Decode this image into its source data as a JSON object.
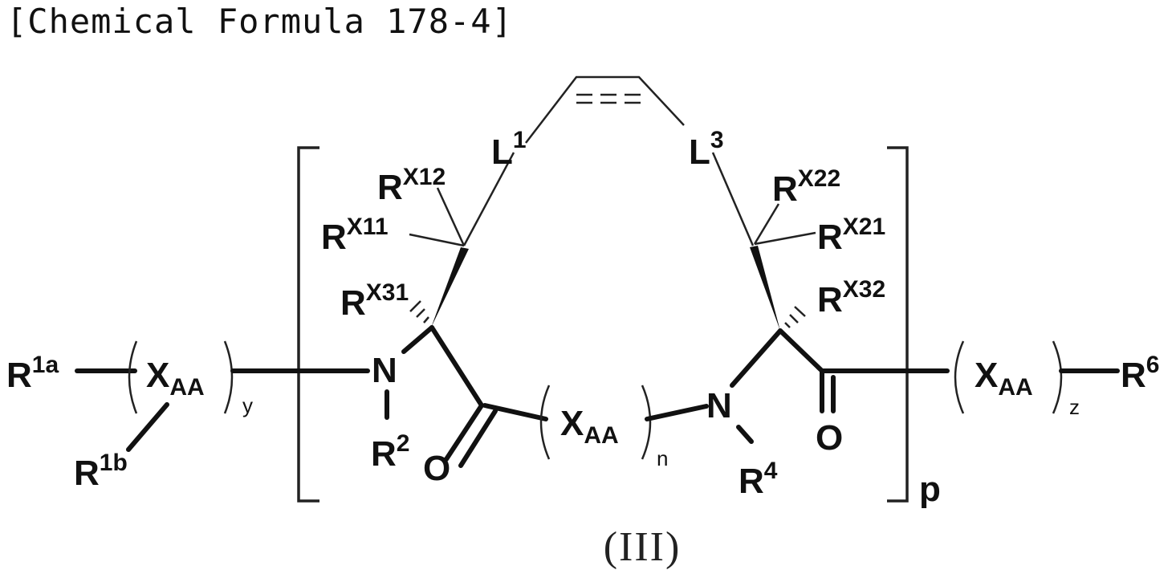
{
  "header": {
    "title": "[Chemical Formula 178-4]"
  },
  "formula_number": "(III)",
  "structure": {
    "r1a": {
      "main": "R",
      "sup": "1a"
    },
    "r1b": {
      "main": "R",
      "sup": "1b"
    },
    "xaa_left": {
      "main": "X",
      "sub": "AA",
      "index": "y"
    },
    "xaa_mid": {
      "main": "X",
      "sub": "AA",
      "index": "n"
    },
    "xaa_right": {
      "main": "X",
      "sub": "AA",
      "index": "z"
    },
    "n_left": "N",
    "n_right": "N",
    "r2": {
      "main": "R",
      "sup": "2"
    },
    "r4": {
      "main": "R",
      "sup": "4"
    },
    "o_left": "O",
    "o_right": "O",
    "l1": {
      "main": "L",
      "sup": "1"
    },
    "l3": {
      "main": "L",
      "sup": "3"
    },
    "rx11": {
      "main": "R",
      "sup": "X11"
    },
    "rx12": {
      "main": "R",
      "sup": "X12"
    },
    "rx31": {
      "main": "R",
      "sup": "X31"
    },
    "rx21": {
      "main": "R",
      "sup": "X21"
    },
    "rx22": {
      "main": "R",
      "sup": "X22"
    },
    "rx32": {
      "main": "R",
      "sup": "X32"
    },
    "r6": {
      "main": "R",
      "sup": "6"
    },
    "repeat_index": "p"
  }
}
